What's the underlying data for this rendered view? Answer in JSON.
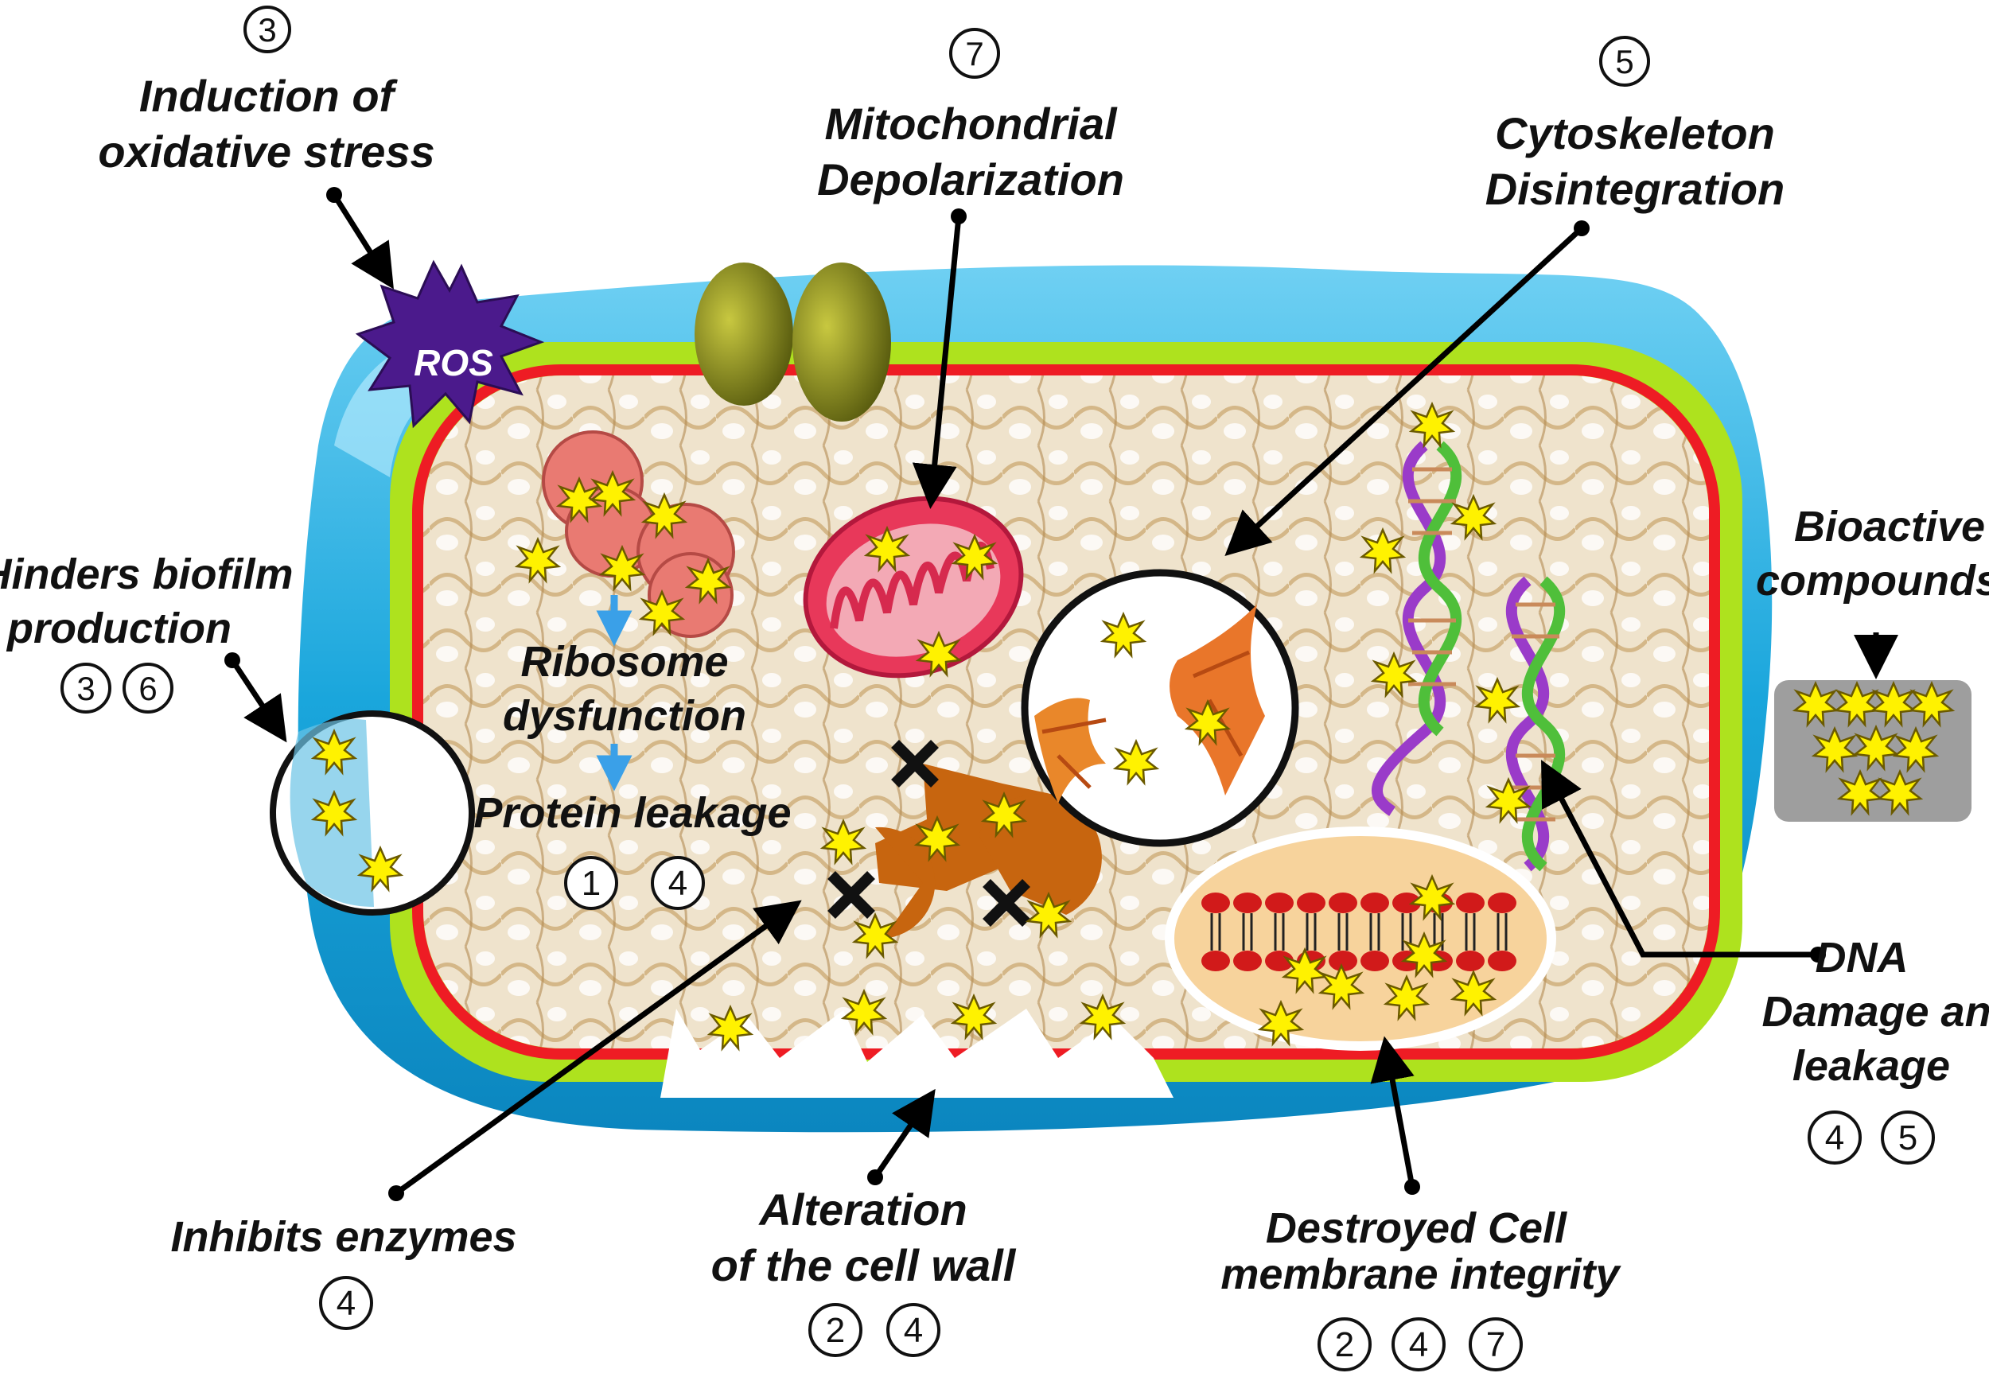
{
  "labels": {
    "oxidative": [
      "Induction of",
      "oxidative stress"
    ],
    "mito": [
      "Mitochondrial",
      "Depolarization"
    ],
    "cyto": [
      "Cytoskeleton",
      "Disintegration"
    ],
    "biofilm": [
      "Hinders biofilm",
      "production"
    ],
    "bioactive": [
      "Bioactive",
      "compounds"
    ],
    "ribosome": [
      "Ribosome",
      "dysfunction"
    ],
    "protein": "Protein leakage",
    "enzymes": "Inhibits enzymes",
    "wall": [
      "Alteration",
      "of the cell wall"
    ],
    "membrane": [
      "Destroyed  Cell",
      "membrane  integrity"
    ],
    "dna": [
      "DNA",
      "Damage and",
      "leakage"
    ],
    "ros": "ROS"
  },
  "numbers": {
    "oxidative": "3",
    "mito": "7",
    "cyto": "5",
    "biofilm": [
      "3",
      "6"
    ],
    "protein": [
      "1",
      "4"
    ],
    "enzymes": "4",
    "wall": [
      "2",
      "4"
    ],
    "membrane": [
      "2",
      "4",
      "7"
    ],
    "dna": [
      "4",
      "5"
    ]
  },
  "colors": {
    "outer_wall": "#1aa6dc",
    "green_layer": "#aee21e",
    "membrane_red": "#ee1c24",
    "cytoplasm": "#e8d7b8",
    "star": "#fff200",
    "ros": "#4b1a8c",
    "ribosome": "#e97a72",
    "mitochondrion": "#e8385a",
    "enzyme": "#c7650f",
    "dna_purple": "#9a3bc9",
    "dna_green": "#4fbf3a",
    "lipid_head": "#d11a1a",
    "bioactive_box": "#9e9e9e"
  }
}
